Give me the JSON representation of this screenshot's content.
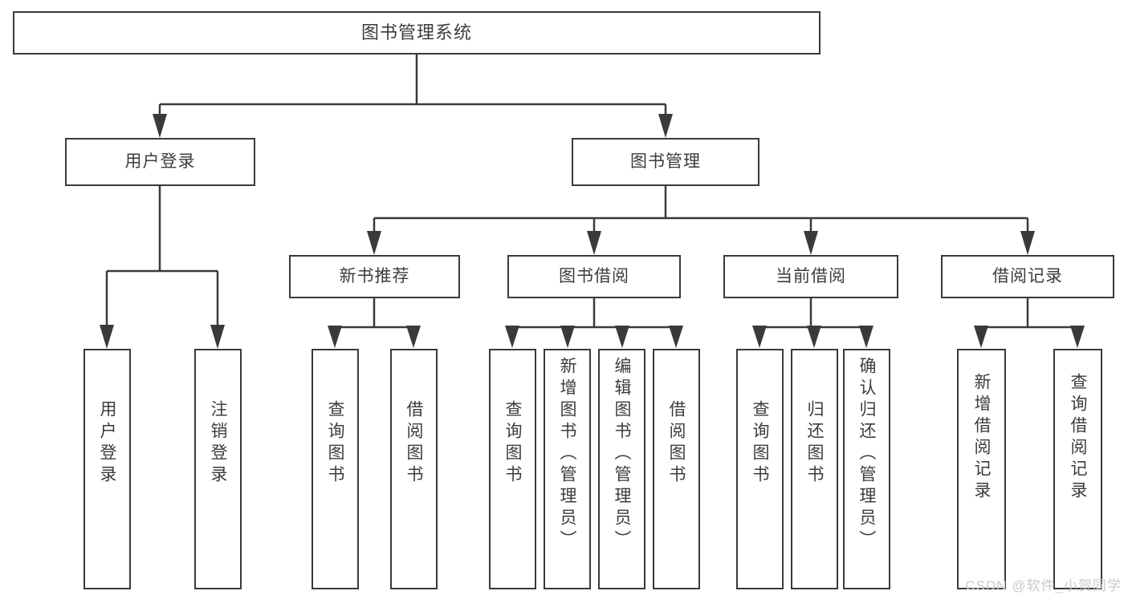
{
  "diagram": {
    "type": "tree-hierarchy-chart",
    "title_text": "图书管理系统",
    "watermark": "CSDN @软件_小贺同学",
    "colors": {
      "box_border": "#3a3a3a",
      "box_fill": "#ffffff",
      "text": "#3c3c3c",
      "connector": "#3a3a3a",
      "watermark": "#c9c9c9",
      "background": "#ffffff"
    },
    "levels": {
      "root": "图书管理系统",
      "level2": [
        "用户登录",
        "图书管理"
      ],
      "level3": [
        "新书推荐",
        "图书借阅",
        "当前借阅",
        "借阅记录"
      ]
    }
  },
  "nodes": {
    "root": {
      "label": "图书管理系统"
    },
    "user_login": {
      "label": "用户登录"
    },
    "book_manage": {
      "label": "图书管理"
    },
    "new_book_rec": {
      "label": "新书推荐"
    },
    "book_borrow": {
      "label": "图书借阅"
    },
    "current_borrow": {
      "label": "当前借阅"
    },
    "borrow_record": {
      "label": "借阅记录"
    },
    "leaf_user_login": {
      "label": "用户登录"
    },
    "leaf_logout": {
      "label": "注销登录"
    },
    "leaf_query_book_1": {
      "label": "查询图书"
    },
    "leaf_borrow_book_1": {
      "label": "借阅图书"
    },
    "leaf_query_book_2": {
      "label": "查询图书"
    },
    "leaf_add_book": {
      "label": "新增图书（管理员）"
    },
    "leaf_edit_book": {
      "label": "编辑图书（管理员）"
    },
    "leaf_borrow_book_2": {
      "label": "借阅图书"
    },
    "leaf_query_book_3": {
      "label": "查询图书"
    },
    "leaf_return_book": {
      "label": "归还图书"
    },
    "leaf_confirm_return": {
      "label": "确认归还（管理员）"
    },
    "leaf_add_record": {
      "label": "新增借阅记录"
    },
    "leaf_query_record": {
      "label": "查询借阅记录"
    }
  },
  "footer": {
    "watermark": "CSDN @软件_小贺同学"
  }
}
